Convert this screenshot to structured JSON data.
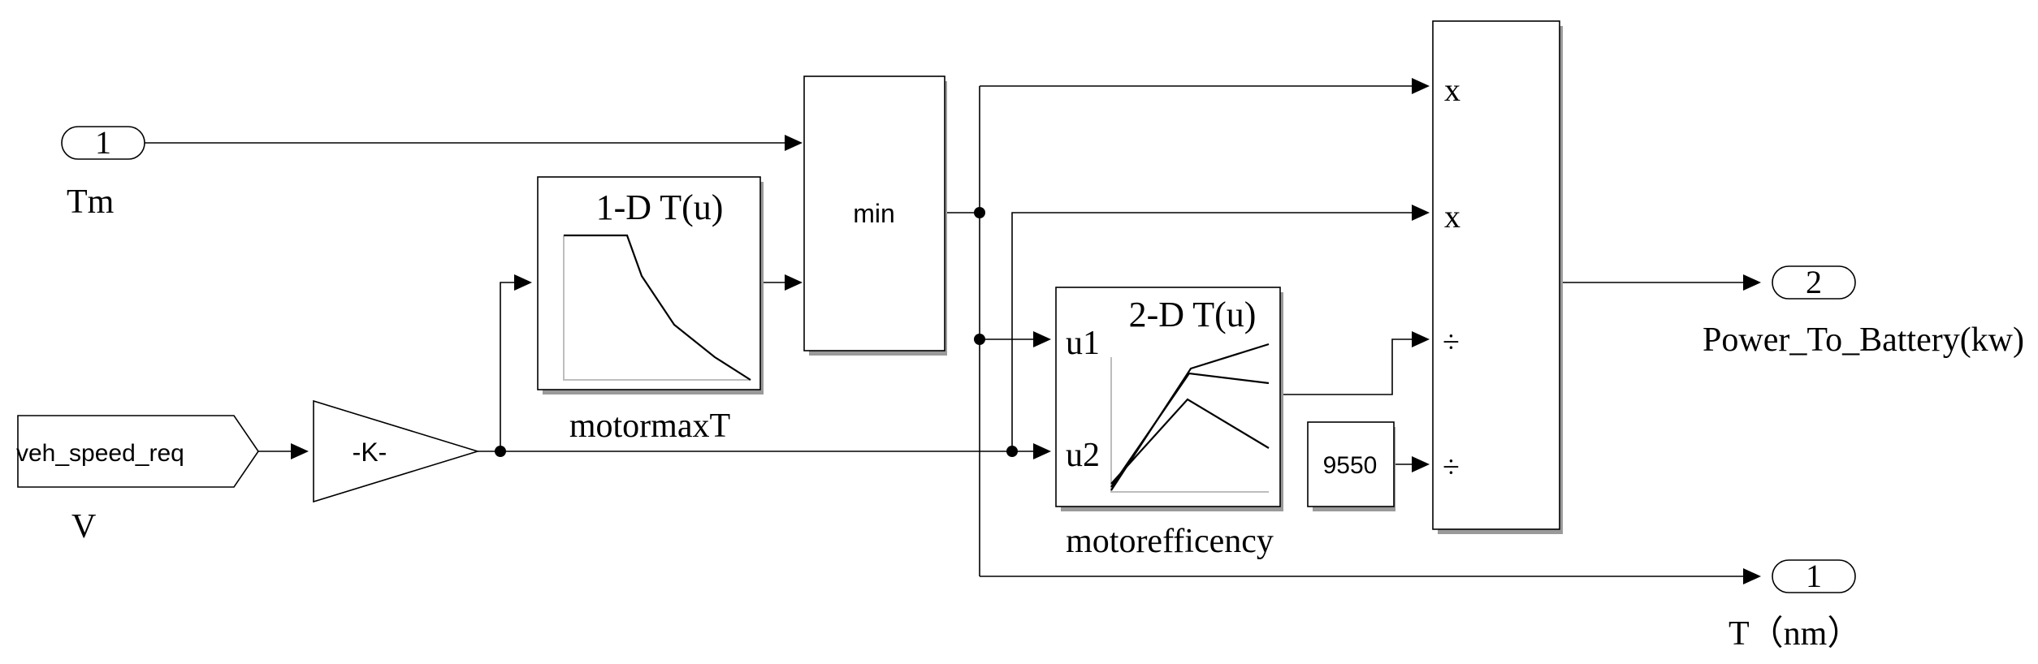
{
  "inports": [
    {
      "number": "1",
      "label": "Tm"
    }
  ],
  "from_tag": {
    "tag": "veh_speed_req",
    "label": "V"
  },
  "gain": {
    "text": "-K-"
  },
  "lookup_1d": {
    "title": "1-D T(u)",
    "label": "motormaxT"
  },
  "minmax": {
    "text": "min"
  },
  "lookup_2d": {
    "title": "2-D T(u)",
    "port1": "u1",
    "port2": "u2",
    "label": "motorefficency"
  },
  "constant": {
    "value": "9550"
  },
  "product": {
    "ports": [
      "x",
      "x",
      "÷",
      "÷"
    ]
  },
  "outports": [
    {
      "number": "2",
      "label": "Power_To_Battery(kw)"
    },
    {
      "number": "1",
      "label": "T（nm）"
    }
  ]
}
